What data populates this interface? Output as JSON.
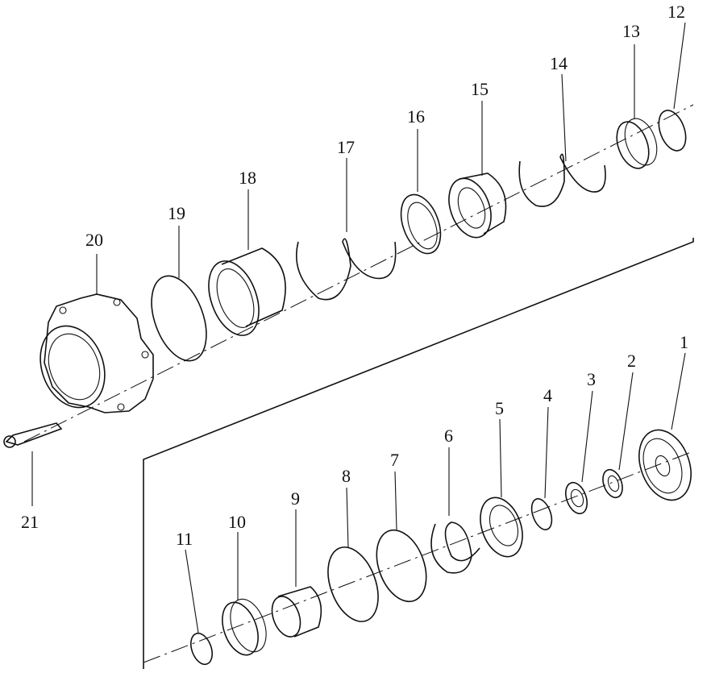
{
  "labels": {
    "1": "1",
    "2": "2",
    "3": "3",
    "4": "4",
    "5": "5",
    "6": "6",
    "7": "7",
    "8": "8",
    "9": "9",
    "10": "10",
    "11": "11",
    "12": "12",
    "13": "13",
    "14": "14",
    "15": "15",
    "16": "16",
    "17": "17",
    "18": "18",
    "19": "19",
    "20": "20",
    "21": "21"
  }
}
